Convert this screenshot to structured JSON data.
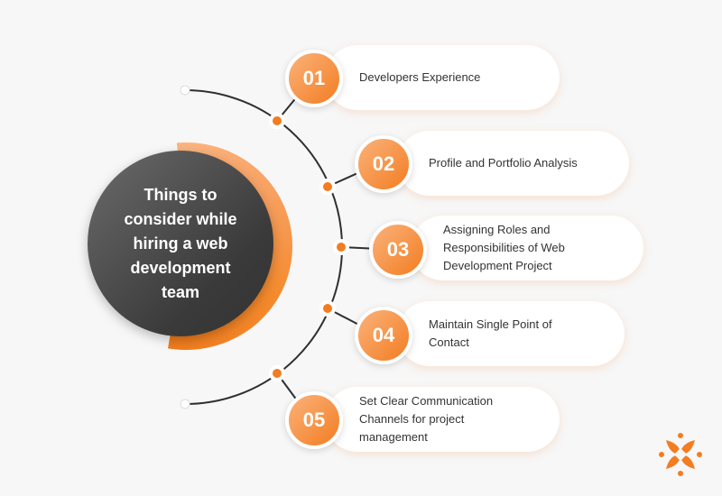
{
  "title": "Things to consider while hiring a web development team",
  "accent_color": "#f27d22",
  "items": [
    {
      "number": "01",
      "label": "Developers Experience"
    },
    {
      "number": "02",
      "label": "Profile and Portfolio Analysis"
    },
    {
      "number": "03",
      "label": "Assigning Roles and Responsibilities of Web Development Project"
    },
    {
      "number": "04",
      "label": "Maintain Single Point of Contact"
    },
    {
      "number": "05",
      "label": "Set Clear Communication Channels for project management"
    }
  ],
  "logo_icon": "orange-star-logo"
}
